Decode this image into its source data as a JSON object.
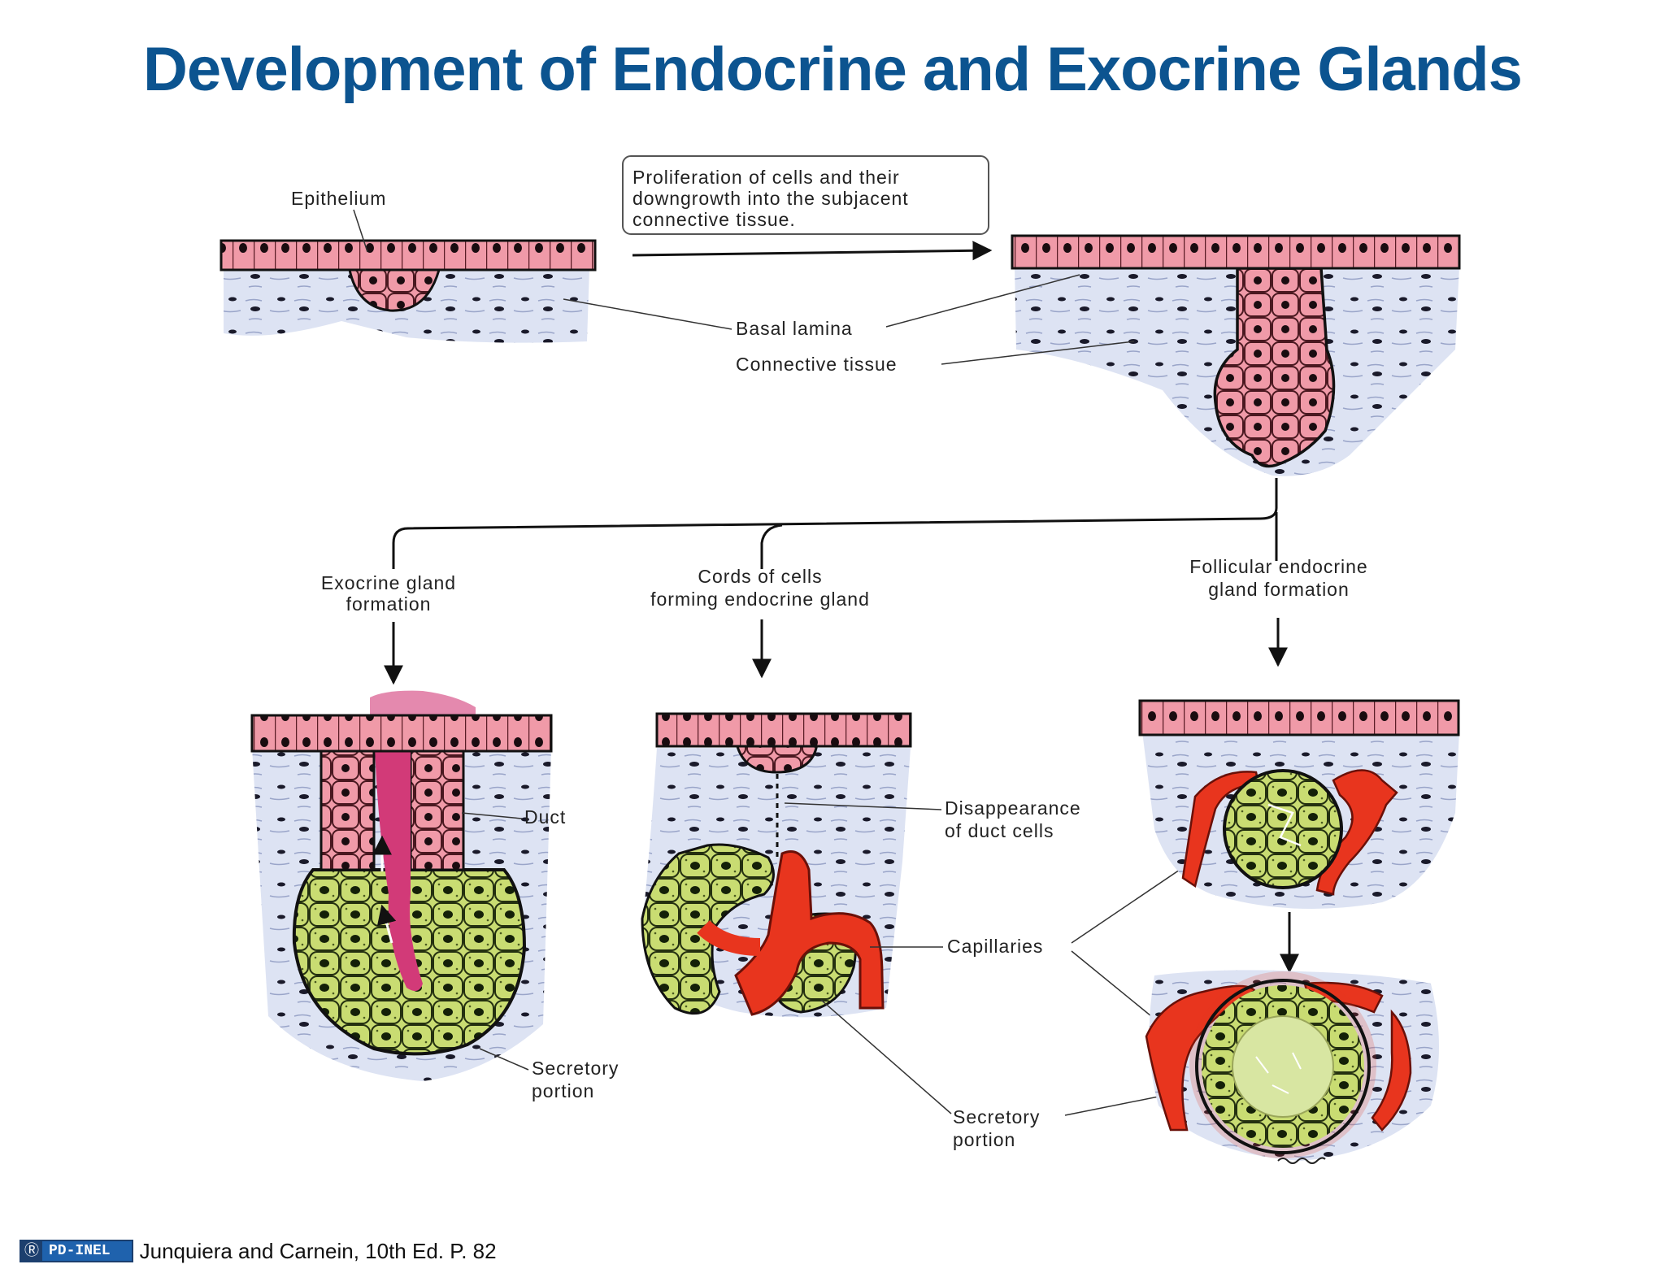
{
  "slide": {
    "title": "Development of Endocrine and Exocrine Glands"
  },
  "labels": {
    "epithelium": "Epithelium",
    "proliferation": [
      "Proliferation of cells and their",
      "downgrowth into the subjacent",
      "connective tissue."
    ],
    "basal_lamina": "Basal lamina",
    "connective_tissue": "Connective tissue",
    "exocrine_formation": [
      "Exocrine gland",
      "formation"
    ],
    "cords": [
      "Cords of cells",
      "forming endocrine gland"
    ],
    "follicular": [
      "Follicular endocrine",
      "gland formation"
    ],
    "duct": "Duct",
    "disappearance": [
      "Disappearance",
      "of duct cells"
    ],
    "capillaries": "Capillaries",
    "secretory_left": [
      "Secretory",
      "portion"
    ],
    "secretory_right": [
      "Secretory",
      "portion"
    ]
  },
  "footer": {
    "license_icon": "cc-icon",
    "license": "PD-INEL",
    "citation": "Junquiera and Carnein, 10th Ed. P. 82"
  },
  "colors": {
    "title": "#0c5490",
    "epithelium_cell": "#f09aa8",
    "secretory_cell": "#c9dc72",
    "capillary": "#e8351e",
    "connective": "#dce2f2",
    "lumen": "#d23a78"
  }
}
